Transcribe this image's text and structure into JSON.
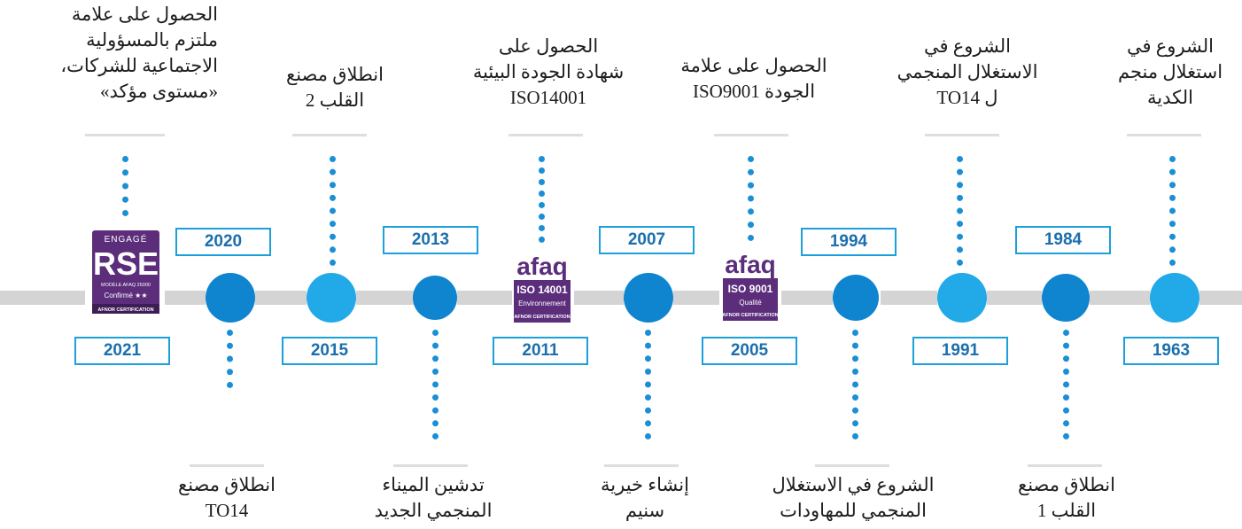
{
  "colors": {
    "track": "#d4d4d4",
    "circle_dark": "#0f84cf",
    "circle_light": "#21a9e8",
    "year_border": "#1ba0dc",
    "year_text": "#1a6fae",
    "dots": "#1b8fd6"
  },
  "events": [
    {
      "year": "2021",
      "lines": [
        "الحصول على علامة",
        "ملتزم بالمسؤولية",
        "الاجتماعية للشركات،",
        "«مستوى مؤكد»"
      ]
    },
    {
      "year": "2020",
      "lines": [
        "انطلاق مصنع",
        "TO14"
      ]
    },
    {
      "year": "2015",
      "lines": [
        "انطلاق مصنع",
        "القلب 2"
      ]
    },
    {
      "year": "2013",
      "lines": [
        "تدشين الميناء",
        "المنجمي الجديد"
      ]
    },
    {
      "year": "2011",
      "lines": [
        "الحصول على",
        "شهادة الجودة البيئية",
        "ISO14001"
      ]
    },
    {
      "year": "2007",
      "lines": [
        "إنشاء خيرية",
        "سنيم"
      ]
    },
    {
      "year": "2005",
      "lines": [
        "الحصول على علامة",
        "الجودة ISO9001"
      ]
    },
    {
      "year": "1994",
      "lines": [
        "الشروع في الاستغلال",
        "المنجمي للمهاودات"
      ]
    },
    {
      "year": "1991",
      "lines": [
        "الشروع في",
        "الاستغلال المنجمي",
        "ل TO14"
      ]
    },
    {
      "year": "1984",
      "lines": [
        "انطلاق مصنع",
        "القلب 1"
      ]
    },
    {
      "year": "1963",
      "lines": [
        "الشروع في",
        "استغلال منجم",
        "الكدية"
      ]
    }
  ],
  "logos": {
    "rse": {
      "top": "ENGAGÉ",
      "main": "RSE",
      "sub": "MODÈLE AFAQ 26000",
      "status": "Confirmé ★★",
      "footer": "AFNOR CERTIFICATION"
    },
    "iso14001": {
      "brand": "afaq",
      "standard": "ISO 14001",
      "scope": "Environnement",
      "footer": "AFNOR CERTIFICATION"
    },
    "iso9001": {
      "brand": "afaq",
      "standard": "ISO 9001",
      "scope": "Qualité",
      "footer": "AFNOR CERTIFICATION"
    }
  }
}
